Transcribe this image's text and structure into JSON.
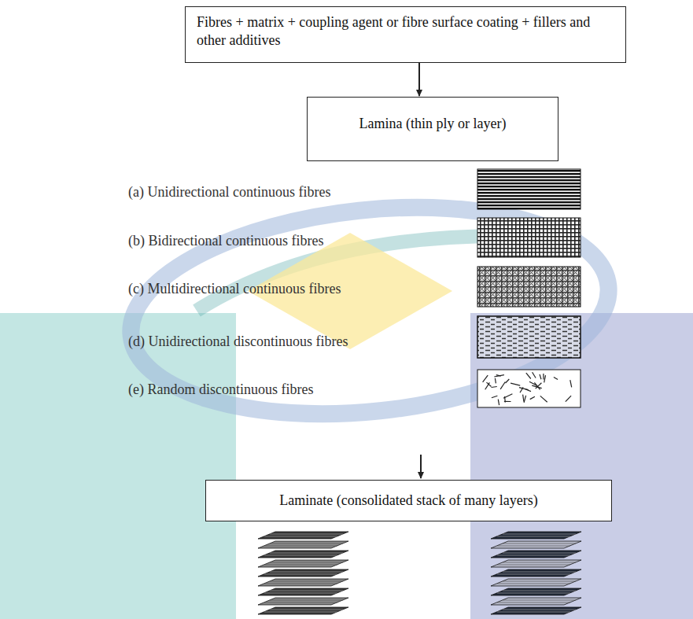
{
  "diagram": {
    "nodes": [
      {
        "text": [
          "Fibres + matrix + coupling agent or fibre surface coating + fillers and other additives"
        ]
      },
      {
        "text": [
          "Lamina (thin ply or layer)"
        ]
      },
      {
        "text": [
          "Laminate (consolidated stack of many layers)"
        ]
      }
    ],
    "edges": [
      {
        "from": 0,
        "to": 1,
        "arrow": "to"
      }
    ],
    "labels": [
      "(a) Unidirectional continuous fibres",
      "(b) Bidirectional continuous fibres",
      "(c) Multidirectional continuous fibres",
      "(d) Unidirectional discontinuous fibres",
      "(e) Random discontinuous fibres"
    ]
  }
}
